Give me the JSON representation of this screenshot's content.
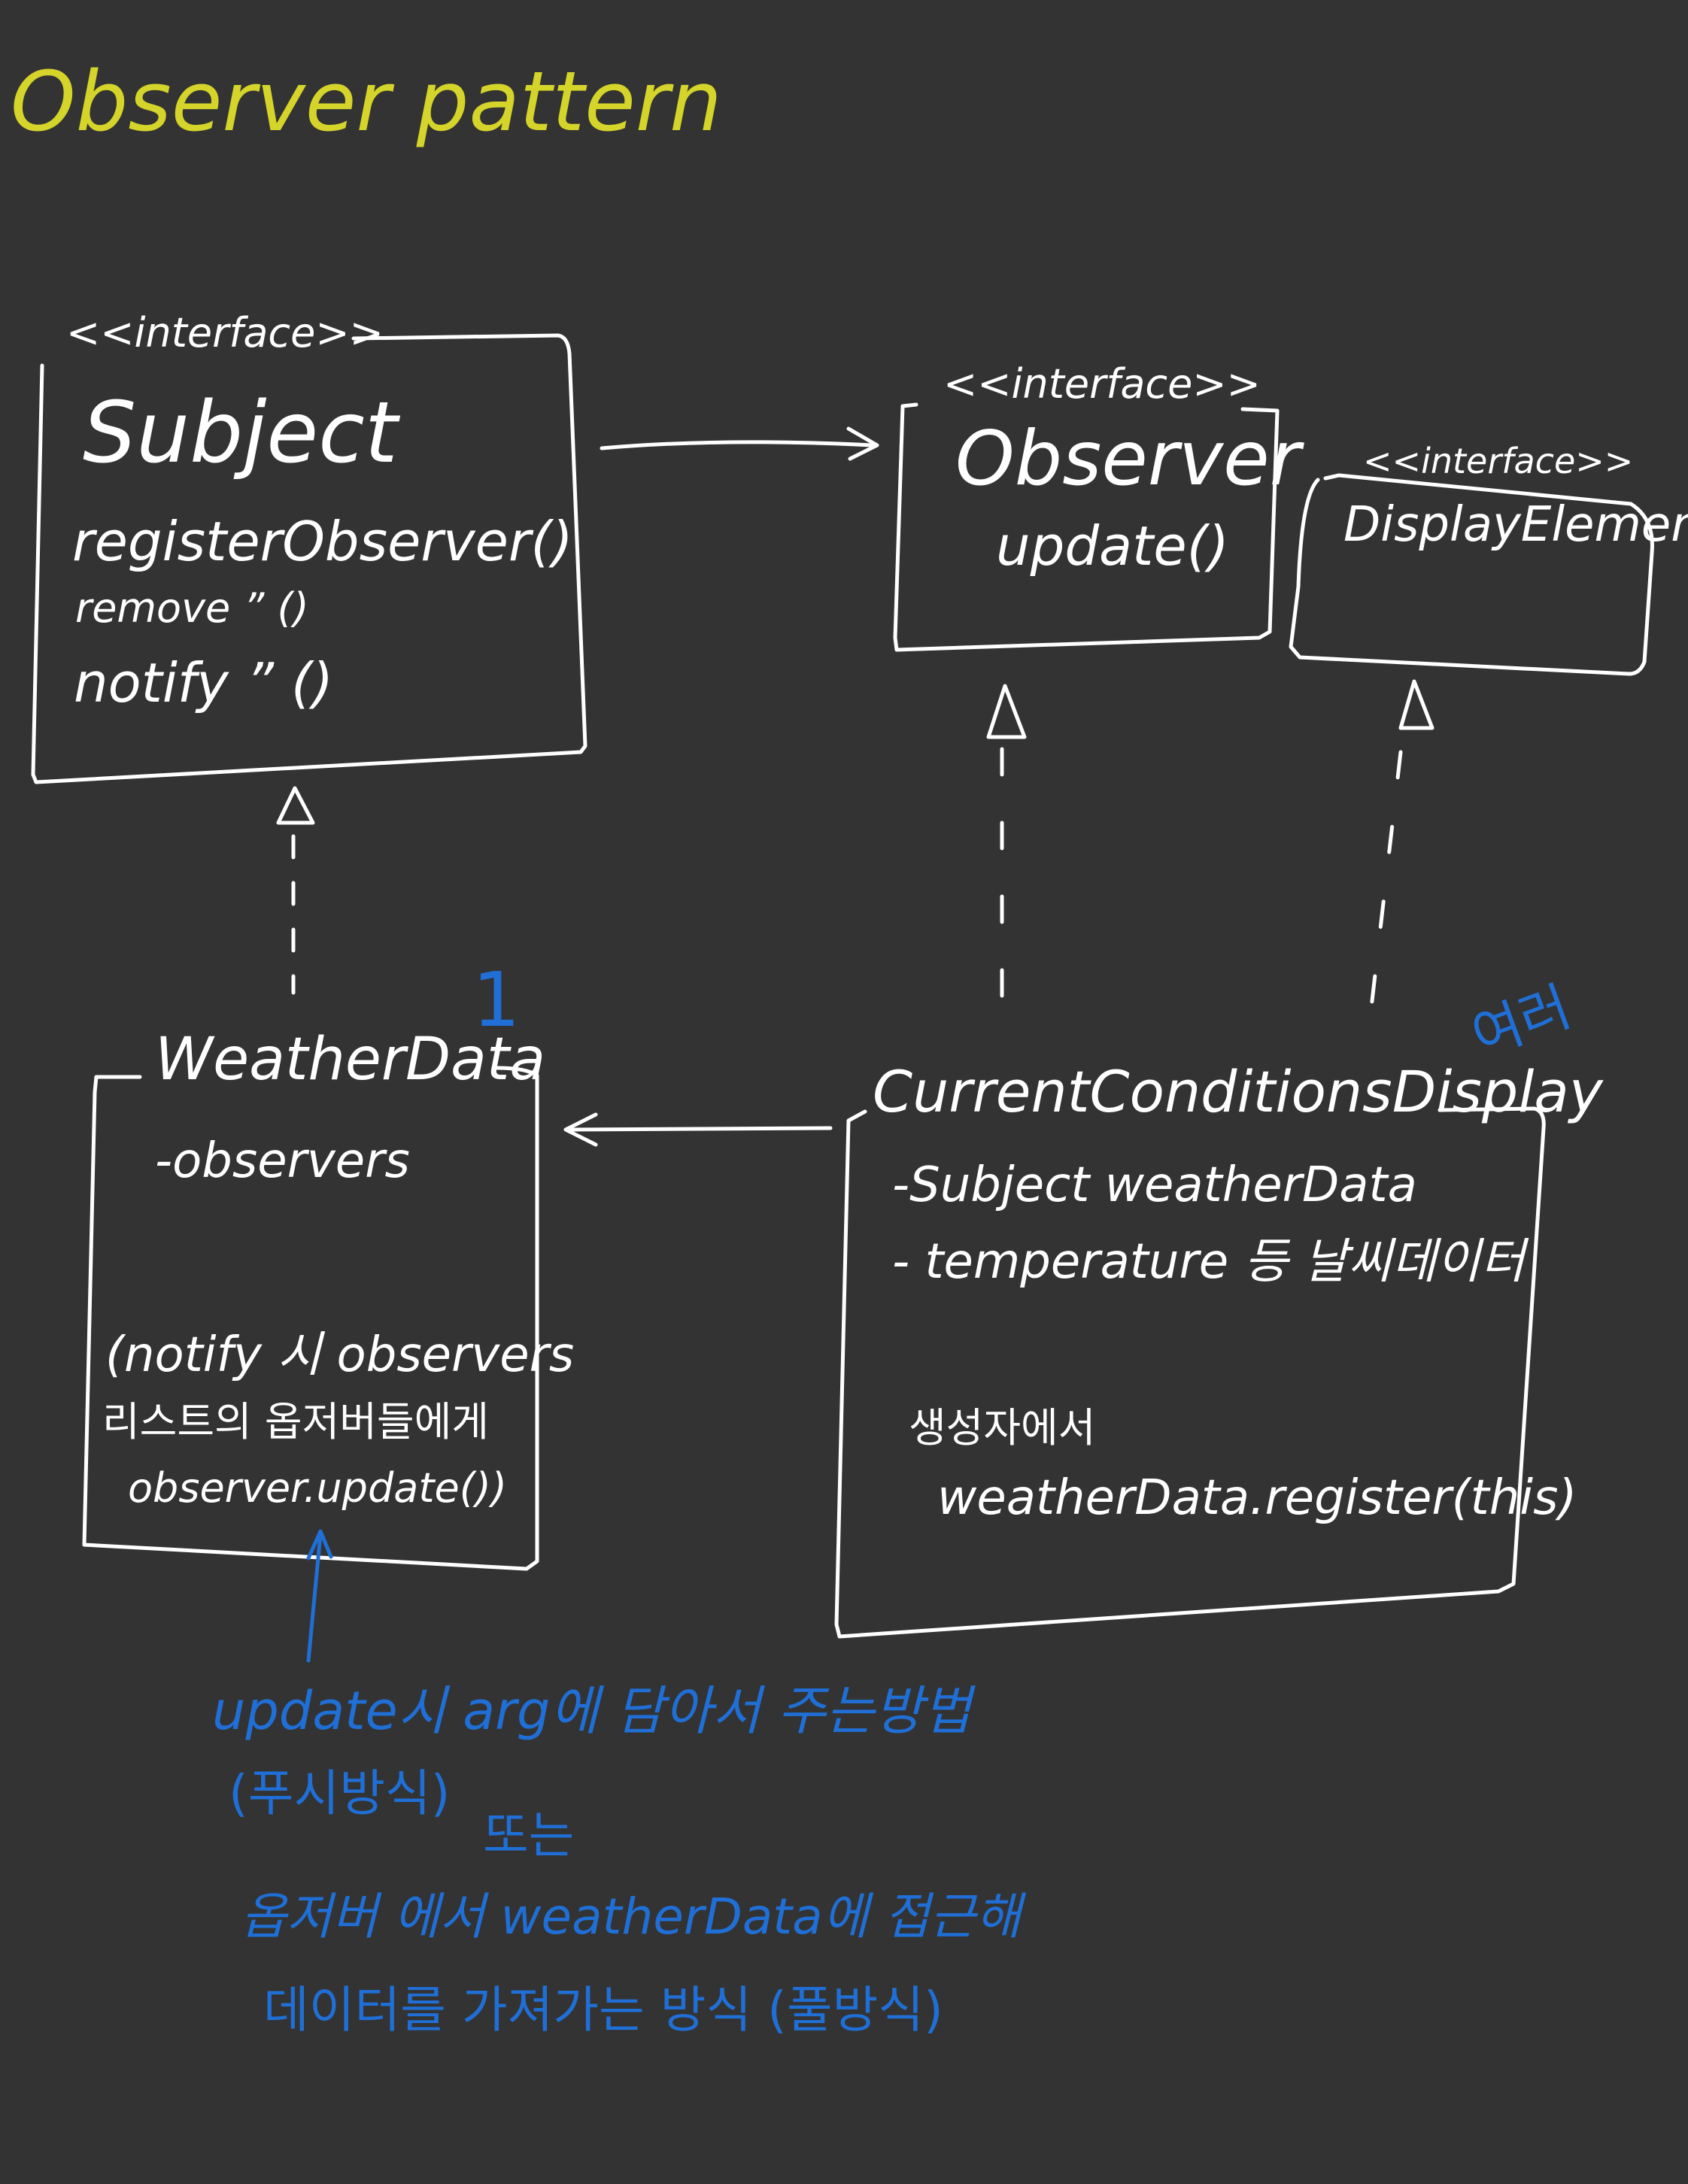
{
  "title": "Observer pattern",
  "colors": {
    "background": "#333333",
    "title": "#d4d42a",
    "ink": "#ffffff",
    "note": "#1f6fd6"
  },
  "subject_box": {
    "stereotype": "<<interface>>",
    "name": "Subject",
    "methods": [
      "registerObserver()",
      "remove      ”          ()",
      "notify       ”          ()"
    ]
  },
  "observer_box": {
    "stereotype": "<<interface>>",
    "name": "Observer",
    "method": "update()"
  },
  "display_element_box": {
    "stereotype": "<<interface>>",
    "name": "DisplayElement"
  },
  "weather_data_box": {
    "name": "WeatherData",
    "field": "-observers",
    "note_lines": [
      "(notify 시 observers",
      "리스트의 옵저버들에게",
      "observer.update())"
    ],
    "multiplicity": "1"
  },
  "current_conditions_box": {
    "name": "CurrentConditionsDisplay",
    "fields": [
      "-Subject weatherData",
      "- temperature 등 날씨데이터"
    ],
    "constructor_lines": [
      "생성자에서",
      "weatherData.register(this)"
    ],
    "multiplicity": "여러"
  },
  "blue_note": {
    "push_line": "update시 arg에 담아서 주는방법",
    "push_label": "(푸시방식)",
    "or_label": "또는",
    "pull_line": "옵저버 에서 weatherData에 접근해",
    "pull_line2": "데이터를 가져가는 방식 (풀방식)"
  }
}
